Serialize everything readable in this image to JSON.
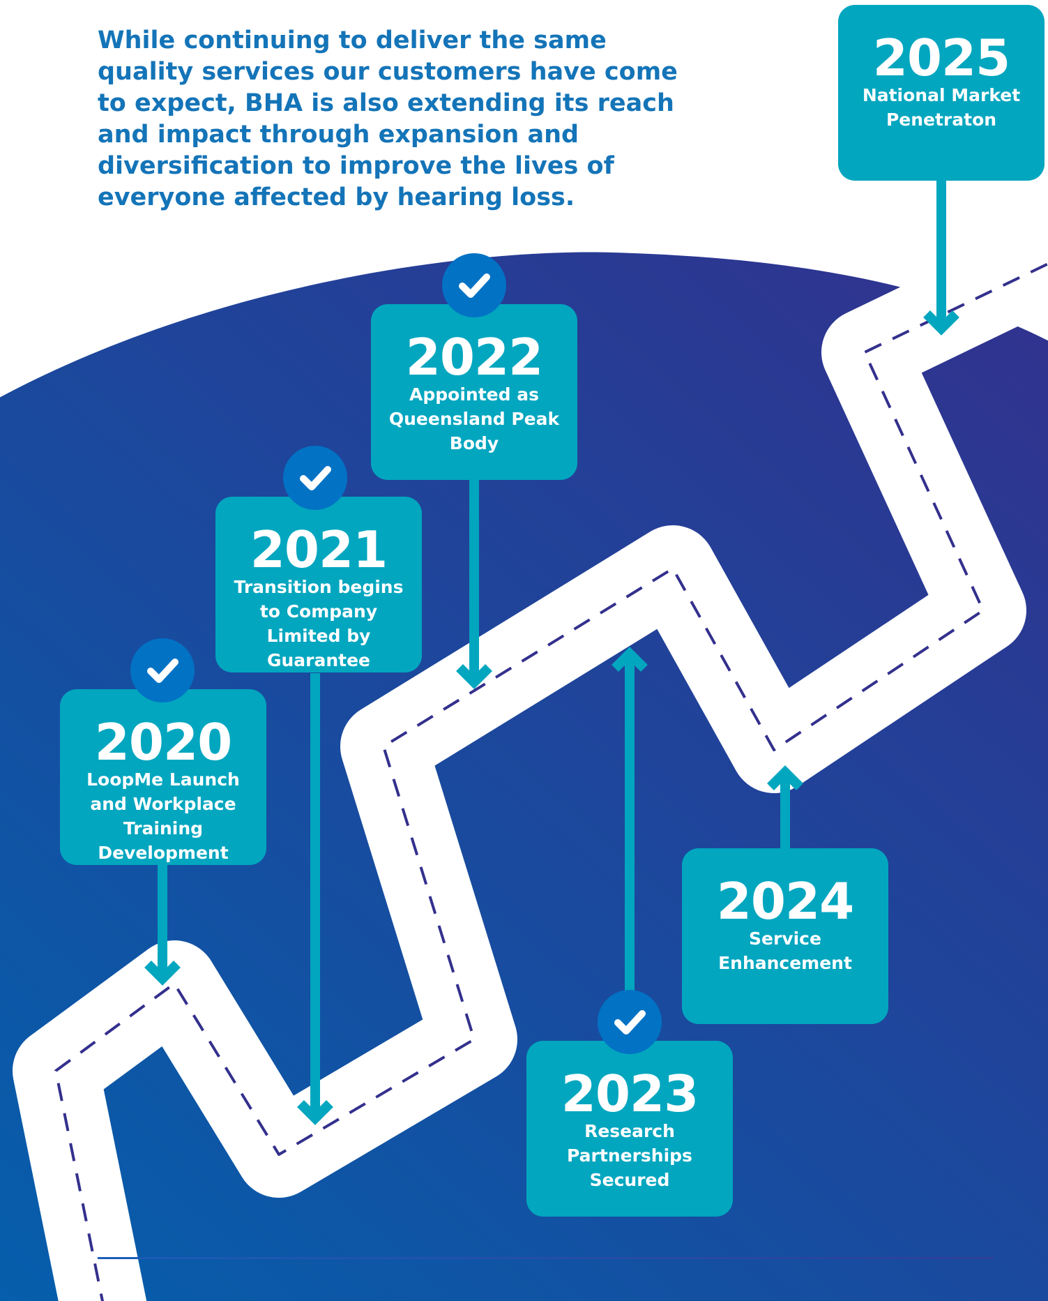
{
  "intro": {
    "text": "While continuing to deliver the same quality services our customers have come to expect, BHA is also extending its reach and impact through expansion and diversification to improve the lives of everyone affected by hearing loss."
  },
  "milestones": [
    {
      "year": "2020",
      "description": "LoopMe Launch and Workplace Training Development",
      "completed": true
    },
    {
      "year": "2021",
      "description": "Transition begins to Company Limited by Guarantee",
      "completed": true
    },
    {
      "year": "2022",
      "description": "Appointed as Queensland Peak Body",
      "completed": true
    },
    {
      "year": "2023",
      "description": "Research Partnerships Secured",
      "completed": true
    },
    {
      "year": "2024",
      "description": "Service Enhancement",
      "completed": false
    },
    {
      "year": "2025",
      "description": "National Market Penetraton",
      "completed": false
    }
  ],
  "colors": {
    "card": "#02a6bf",
    "heading_text": "#1474b8",
    "background_gradient_start": "#0262ae",
    "background_gradient_end": "#33308d",
    "road": "#ffffff",
    "road_dash": "#33308d",
    "check_badge": "#0272c4"
  },
  "icons": {
    "completed": "checkmark-icon",
    "connector": "arrow-icon"
  }
}
